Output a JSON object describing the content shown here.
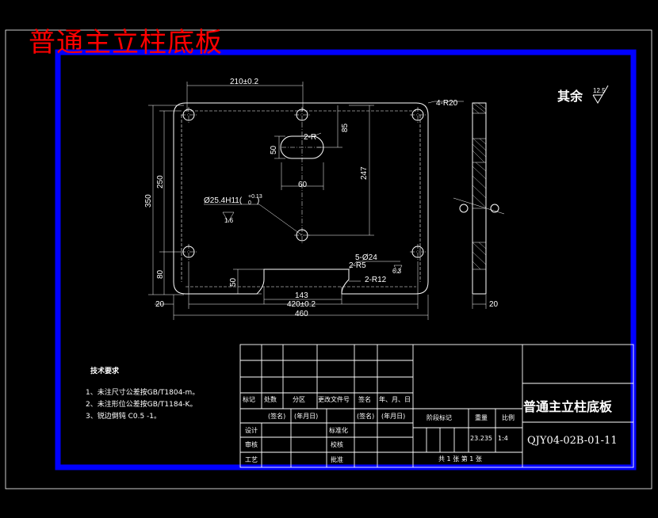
{
  "drawing_title_red": "普通主立柱底板",
  "roughness": {
    "label": "其余",
    "value": "12.5"
  },
  "dimensions": {
    "top_width": "210±0.2",
    "corner_radius": "4-R20",
    "slot_radius": "2-R",
    "slot_height": "50",
    "slot_width": "60",
    "vert_85": "85",
    "vert_247": "247",
    "vert_250": "250",
    "vert_350": "350",
    "vert_80": "80",
    "hole_tol": "Ø25.4H11(",
    "hole_tol_sup": "+0.13",
    "hole_tol_sub": "0",
    "hole_tol_close": ")",
    "hole_rough": "1.6",
    "holes_5": "5-Ø24",
    "r5": "2-R5",
    "r12": "2-R12",
    "rough_63": "6.3",
    "notch_height": "50",
    "notch_width": "143",
    "hole_spacing": "420±0.2",
    "edge_20": "20",
    "total_width": "460",
    "side_thickness": "20"
  },
  "tech_notes": {
    "header": "技术要求",
    "lines": [
      "1、未注尺寸公差按GB/T1804-m。",
      "2、未注形位公差按GB/T1184-K。",
      "3、锐边倒钝 C0.5 -1。"
    ]
  },
  "title_block": {
    "r_biaoji": "标记",
    "r_chushu": "处数",
    "r_fenqu": "分区",
    "r_file": "更改文件号",
    "r_sign": "签名",
    "r_date": "年、月、日",
    "r_sign2": "(签名)",
    "r_date2": "(年月日)",
    "r_sign3": "(签名)",
    "r_date3": "(年月日)",
    "design": "设计",
    "standard": "标准化",
    "review": "审核",
    "check": "校核",
    "process": "工艺",
    "approve": "批准",
    "stage": "阶段标记",
    "weight": "重量",
    "scale": "比例",
    "weight_val": "23.235",
    "scale_val": "1:4",
    "sheets": "共 1 张  第 1 张",
    "title": "普通主立柱底板",
    "code": "QJY04-02B-01-11"
  },
  "colors": {
    "border": "#0000ff",
    "lines": "#ffffff",
    "title": "#ff0000"
  }
}
